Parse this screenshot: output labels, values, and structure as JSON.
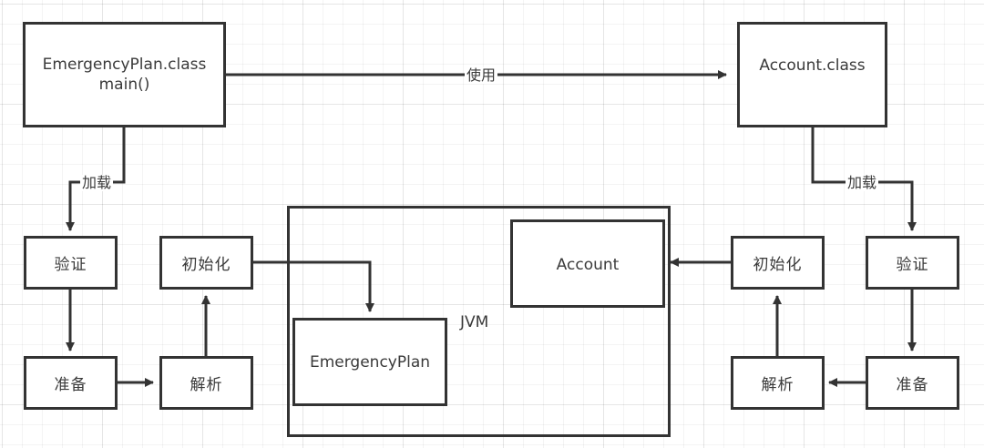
{
  "diagram": {
    "colors": {
      "stroke": "#333333",
      "text": "#3a3a3a",
      "background": "#ffffff"
    },
    "nodes": {
      "emergency_plan_class": {
        "lines": [
          "EmergencyPlan.class",
          "main()"
        ]
      },
      "account_class": {
        "label": "Account.class"
      },
      "jvm": {
        "label": "JVM"
      },
      "jvm_emergency_plan": {
        "label": "EmergencyPlan"
      },
      "jvm_account": {
        "label": "Account"
      },
      "left_verify": {
        "label": "验证"
      },
      "left_prepare": {
        "label": "准备"
      },
      "left_resolve": {
        "label": "解析"
      },
      "left_init": {
        "label": "初始化"
      },
      "right_verify": {
        "label": "验证"
      },
      "right_prepare": {
        "label": "准备"
      },
      "right_resolve": {
        "label": "解析"
      },
      "right_init": {
        "label": "初始化"
      }
    },
    "edges": {
      "uses": {
        "label": "使用",
        "from": "EmergencyPlan.class",
        "to": "Account.class"
      },
      "left_load": {
        "label": "加载",
        "from": "EmergencyPlan.class",
        "to": "验证"
      },
      "right_load": {
        "label": "加载",
        "from": "Account.class",
        "to": "验证"
      },
      "left_verify_prepare": {
        "from": "验证",
        "to": "准备"
      },
      "left_prepare_resolve": {
        "from": "准备",
        "to": "解析"
      },
      "left_resolve_init": {
        "from": "解析",
        "to": "初始化"
      },
      "left_init_jvm": {
        "from": "初始化",
        "to": "EmergencyPlan"
      },
      "right_verify_prepare": {
        "from": "验证",
        "to": "准备"
      },
      "right_prepare_resolve": {
        "from": "准备",
        "to": "解析"
      },
      "right_resolve_init": {
        "from": "解析",
        "to": "初始化"
      },
      "right_init_jvm": {
        "from": "初始化",
        "to": "Account"
      }
    }
  }
}
